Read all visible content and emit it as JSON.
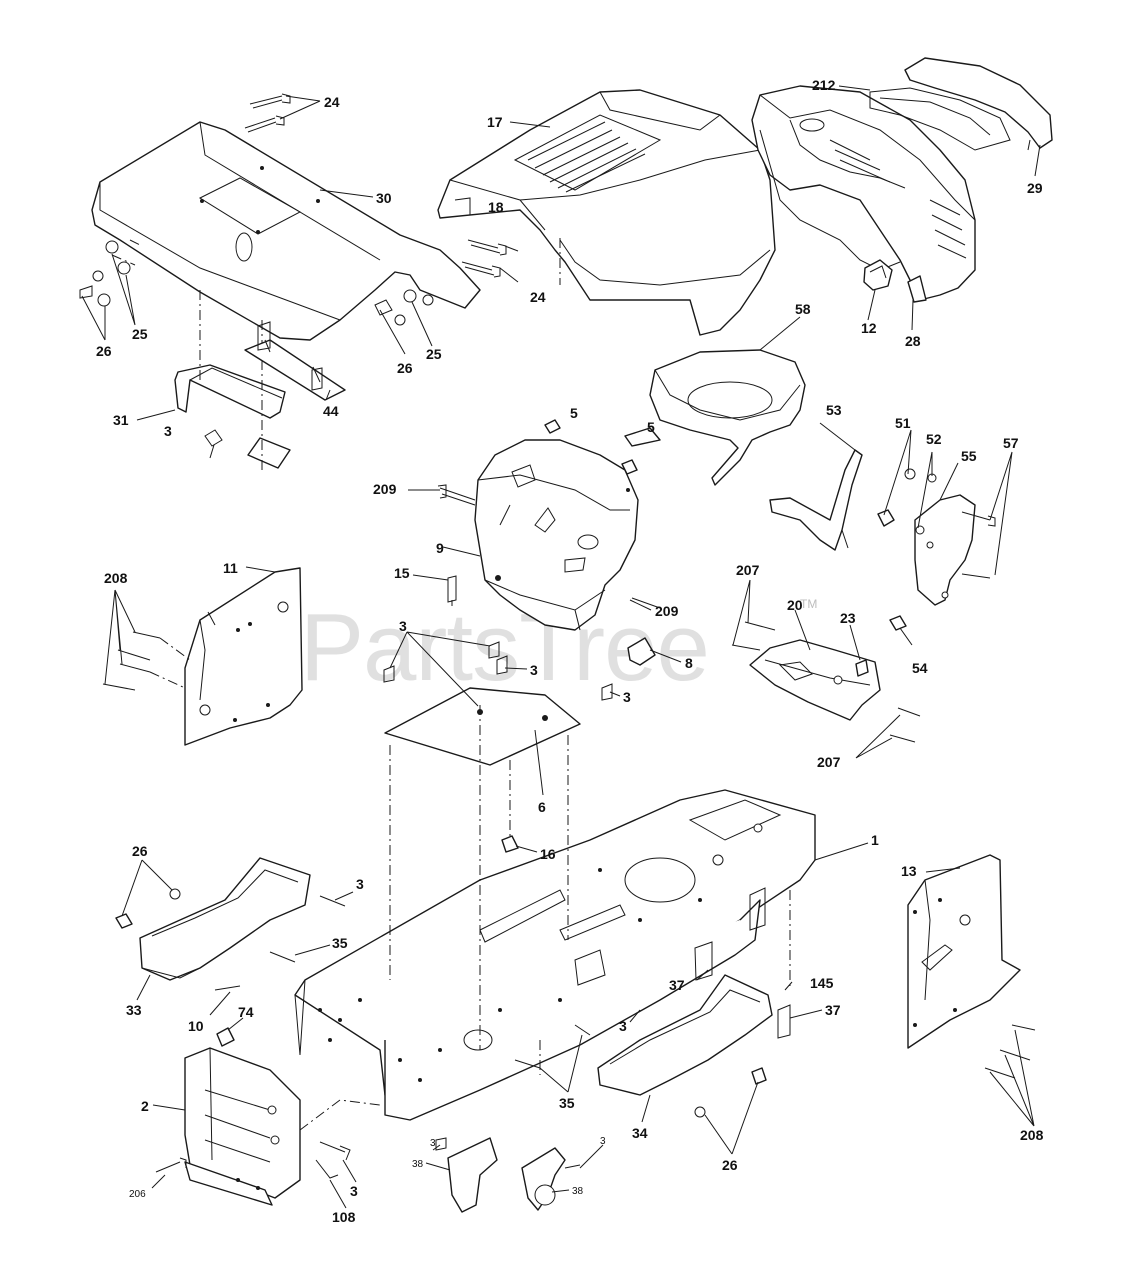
{
  "watermark": {
    "text": "PartsTree",
    "tm": "TM"
  },
  "callouts": [
    {
      "id": "c1",
      "text": "24"
    },
    {
      "id": "c2",
      "text": "30"
    },
    {
      "id": "c3",
      "text": "26"
    },
    {
      "id": "c4",
      "text": "25"
    },
    {
      "id": "c5",
      "text": "31"
    },
    {
      "id": "c6",
      "text": "3"
    },
    {
      "id": "c7",
      "text": "44"
    },
    {
      "id": "c8",
      "text": "17"
    },
    {
      "id": "c9",
      "text": "18"
    },
    {
      "id": "c10",
      "text": "24"
    },
    {
      "id": "c11",
      "text": "26"
    },
    {
      "id": "c12",
      "text": "25"
    },
    {
      "id": "c13",
      "text": "212"
    },
    {
      "id": "c14",
      "text": "29"
    },
    {
      "id": "c15",
      "text": "12"
    },
    {
      "id": "c16",
      "text": "28"
    },
    {
      "id": "c17",
      "text": "58"
    },
    {
      "id": "c18",
      "text": "5"
    },
    {
      "id": "c19",
      "text": "5"
    },
    {
      "id": "c20",
      "text": "209"
    },
    {
      "id": "c21",
      "text": "9"
    },
    {
      "id": "c22",
      "text": "53"
    },
    {
      "id": "c23",
      "text": "51"
    },
    {
      "id": "c24",
      "text": "52"
    },
    {
      "id": "c25",
      "text": "55"
    },
    {
      "id": "c26",
      "text": "57"
    },
    {
      "id": "c27",
      "text": "208"
    },
    {
      "id": "c28",
      "text": "11"
    },
    {
      "id": "c29",
      "text": "15"
    },
    {
      "id": "c30",
      "text": "209"
    },
    {
      "id": "c31",
      "text": "3"
    },
    {
      "id": "c32",
      "text": "3"
    },
    {
      "id": "c33",
      "text": "8"
    },
    {
      "id": "c34",
      "text": "3"
    },
    {
      "id": "c35",
      "text": "207"
    },
    {
      "id": "c36",
      "text": "20"
    },
    {
      "id": "c37",
      "text": "23"
    },
    {
      "id": "c38",
      "text": "54"
    },
    {
      "id": "c39",
      "text": "207"
    },
    {
      "id": "c40",
      "text": "6"
    },
    {
      "id": "c41",
      "text": "16"
    },
    {
      "id": "c42",
      "text": "1"
    },
    {
      "id": "c43",
      "text": "26"
    },
    {
      "id": "c44",
      "text": "3"
    },
    {
      "id": "c45",
      "text": "35"
    },
    {
      "id": "c46",
      "text": "33"
    },
    {
      "id": "c47",
      "text": "10"
    },
    {
      "id": "c48",
      "text": "74"
    },
    {
      "id": "c49",
      "text": "13"
    },
    {
      "id": "c50",
      "text": "37"
    },
    {
      "id": "c51",
      "text": "145"
    },
    {
      "id": "c52",
      "text": "37"
    },
    {
      "id": "c53",
      "text": "3"
    },
    {
      "id": "c54",
      "text": "2"
    },
    {
      "id": "c55",
      "text": "35"
    },
    {
      "id": "c56",
      "text": "34"
    },
    {
      "id": "c57",
      "text": "26"
    },
    {
      "id": "c58",
      "text": "208"
    },
    {
      "id": "c59",
      "text": "3"
    },
    {
      "id": "c60",
      "text": "38"
    },
    {
      "id": "c61",
      "text": "3"
    },
    {
      "id": "c62",
      "text": "38"
    },
    {
      "id": "c63",
      "text": "3"
    },
    {
      "id": "c64",
      "text": "206"
    },
    {
      "id": "c65",
      "text": "108"
    }
  ]
}
